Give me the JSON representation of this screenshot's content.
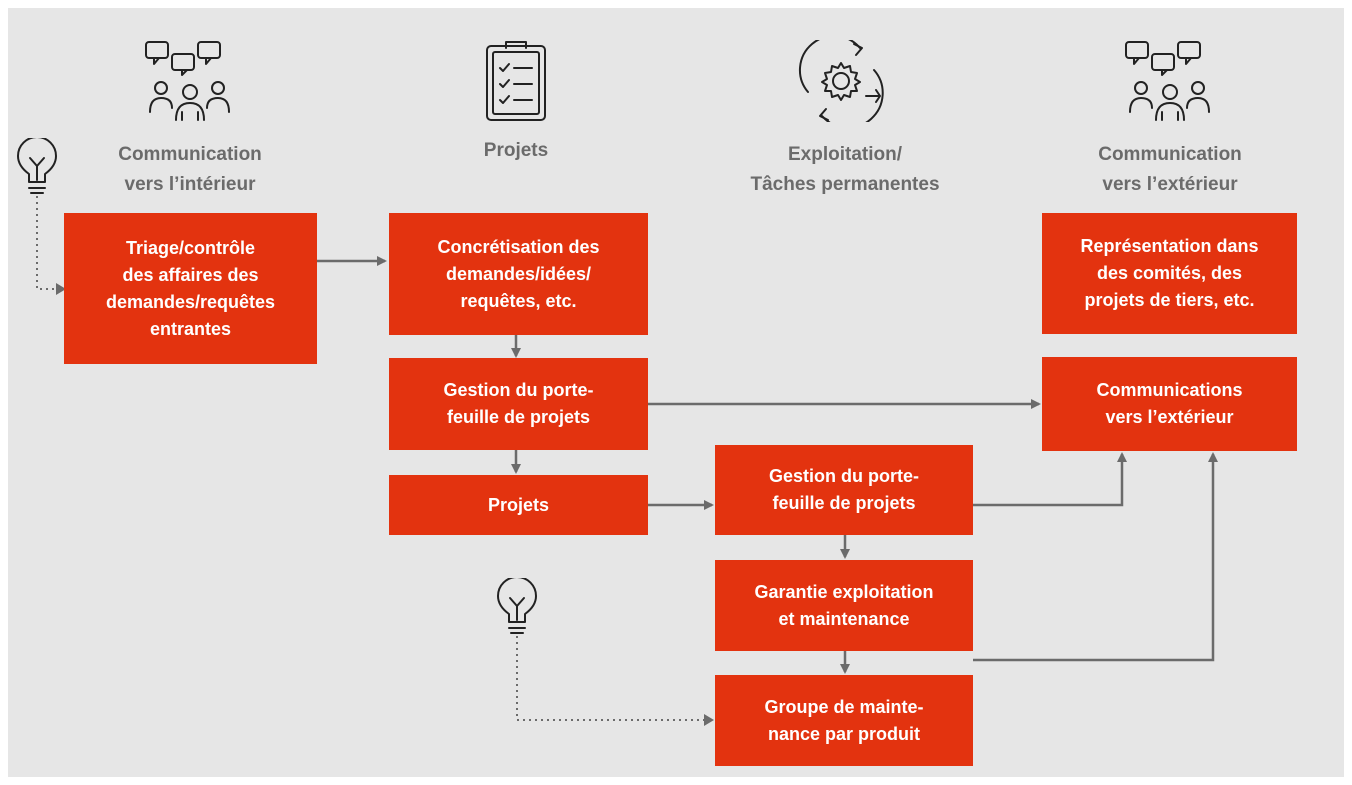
{
  "columns": {
    "internal_comm": "Communication\nvers l’intérieur",
    "projects": "Projets",
    "operations": "Exploitation/\nTâches permanentes",
    "external_comm": "Communication\nvers l’extérieur"
  },
  "boxes": {
    "triage": "Triage/contrôle\ndes affaires des\ndemandes/requêtes\nentrantes",
    "concretisation": "Concrétisation des\ndemandes/idées/\nrequêtes, etc.",
    "portfolio_projects": "Gestion du porte-\nfeuille de projets",
    "projects_box": "Projets",
    "portfolio_operations": "Gestion du porte-\nfeuille de projets",
    "operations_guarantee": "Garantie exploitation\net maintenance",
    "maintenance_group": "Groupe de mainte-\nnance par produit",
    "representation": "Représentation dans\ndes comités, des\nprojets de tiers, etc.",
    "external_communications": "Communications\nvers l’extérieur"
  },
  "colors": {
    "box": "#e3330f",
    "background": "#e6e6e6",
    "connector": "#6b6b6b",
    "title": "#6b6b6b"
  },
  "icons": [
    "people-discussion-icon",
    "checklist-clipboard-icon",
    "gear-cycle-icon",
    "people-discussion-icon",
    "lightbulb-icon",
    "lightbulb-icon"
  ]
}
